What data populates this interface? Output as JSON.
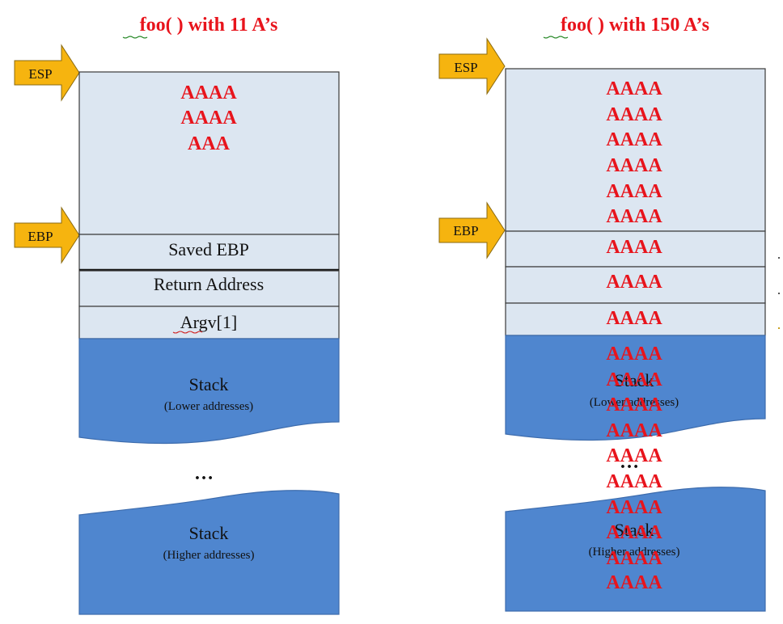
{
  "left": {
    "title": "foo( ) with 11 A’s",
    "esp_label": "ESP",
    "ebp_label": "EBP",
    "buffer_lines": [
      "AAAA",
      "AAAA",
      "AAA"
    ],
    "saved_ebp": "Saved EBP",
    "return_address": "Return Address",
    "argv": "Argv[1]",
    "stack_lower": "Stack",
    "stack_lower_sub": "(Lower addresses)",
    "ellipsis": "…",
    "stack_higher": "Stack",
    "stack_higher_sub": "(Higher addresses)"
  },
  "right": {
    "title": "foo( ) with 150 A’s",
    "esp_label": "ESP",
    "ebp_label": "EBP",
    "buffer_lines": [
      "AAAA",
      "AAAA",
      "AAAA",
      "AAAA",
      "AAAA",
      "AAAA"
    ],
    "saved_ebp_overwrite": "AAAA",
    "return_address_overwrite": "AAAA",
    "argv_overwrite": "AAAA",
    "overflow_lines": [
      "AAAA",
      "AAAA",
      "AAAA",
      "AAAA",
      "AAAA",
      "AAAA",
      "AAAA",
      "AAAA",
      "AAAA",
      "AAAA"
    ],
    "stack_lower": "Stack",
    "stack_lower_sub": "(Lower addresses)",
    "ellipsis": "…",
    "stack_higher": "Stack",
    "stack_higher_sub": "(Higher addresses)"
  },
  "colors": {
    "frame_fill": "#dce6f1",
    "stack_fill": "#4f86cf",
    "arrow_fill": "#f6b40f",
    "overflow_text": "#e8141c"
  }
}
